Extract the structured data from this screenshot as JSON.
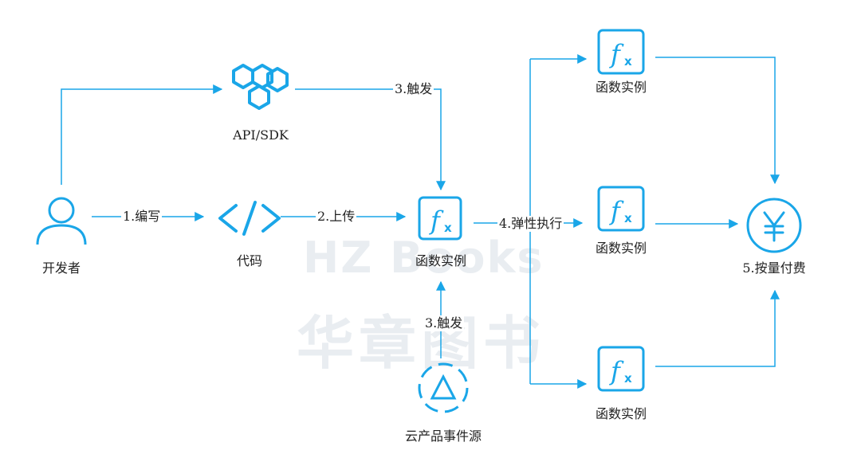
{
  "colors": {
    "accent": "#1aa6e8",
    "watermark": "#eef1f4"
  },
  "watermark": {
    "latin": "HZ Books",
    "cjk": "华章图书"
  },
  "nodes": {
    "developer": {
      "label": "开发者",
      "icon": "user-icon"
    },
    "api": {
      "label": "API/SDK",
      "icon": "cubes-icon"
    },
    "code": {
      "label": "代码",
      "icon": "code-icon"
    },
    "center_function": {
      "label": "函数实例",
      "icon": "function-icon"
    },
    "event_source": {
      "label": "云产品事件源",
      "icon": "triangle-circle-icon"
    },
    "fn_top": {
      "label": "函数实例",
      "icon": "function-icon"
    },
    "fn_mid": {
      "label": "函数实例",
      "icon": "function-icon"
    },
    "fn_bot": {
      "label": "函数实例",
      "icon": "function-icon"
    },
    "billing": {
      "label": "5.按量付费",
      "icon": "yen-icon"
    }
  },
  "edges": {
    "write": "1.编写",
    "upload": "2.上传",
    "trigger_api": "3.触发",
    "trigger_event": "3.触发",
    "elastic": "4.弹性执行"
  }
}
